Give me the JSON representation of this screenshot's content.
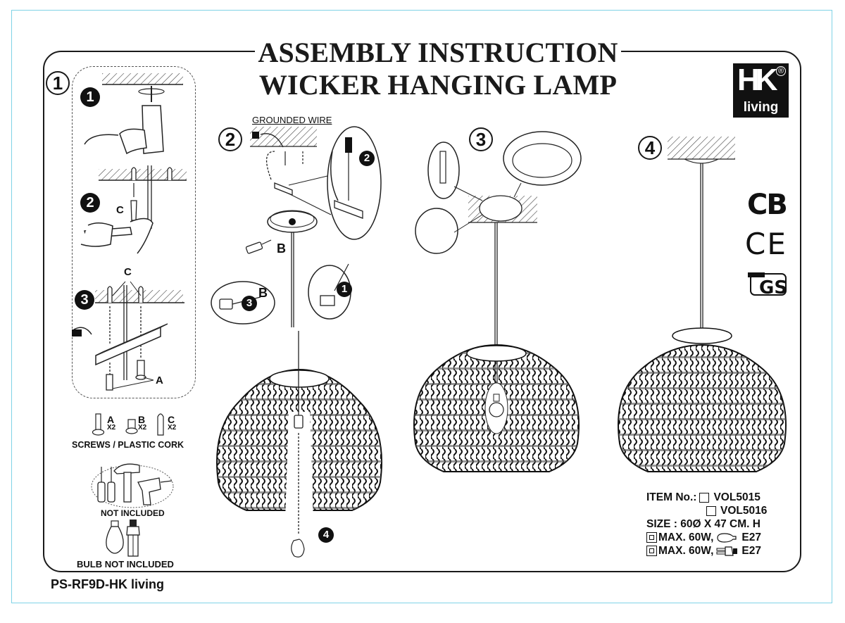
{
  "document": {
    "title_line1": "ASSEMBLY INSTRUCTION",
    "title_line2": "WICKER HANGING LAMP",
    "footer_code": "PS-RF9D-HK living"
  },
  "brand": {
    "logo_main": "HK",
    "logo_registered": "®",
    "logo_sub": "living"
  },
  "certifications": {
    "cb": "CB",
    "ce": "CE",
    "gs": "GS"
  },
  "steps": [
    {
      "number": "1",
      "substeps": [
        {
          "number": "1",
          "icon": "drill-icon"
        },
        {
          "number": "2",
          "icon": "hammer-icon",
          "part_label": "C"
        },
        {
          "number": "3",
          "icon": "bracket-icon",
          "part_labels": [
            "C",
            "A"
          ]
        }
      ]
    },
    {
      "number": "2",
      "callout": "GROUNDED WIRE",
      "substeps": [
        {
          "number": "1",
          "icon": "terminal-screw-icon"
        },
        {
          "number": "2",
          "icon": "connector-icon"
        },
        {
          "number": "3",
          "icon": "screwdriver-icon",
          "part_label": "B"
        },
        {
          "number": "4",
          "icon": "bulb-icon"
        }
      ],
      "part_label": "B"
    },
    {
      "number": "3",
      "icon": "ceiling-canopy-icon"
    },
    {
      "number": "4",
      "icon": "hanging-lamp-icon"
    }
  ],
  "parts": {
    "items": [
      {
        "label": "A",
        "qty": "X2",
        "icon": "screw-a-icon"
      },
      {
        "label": "B",
        "qty": "X2",
        "icon": "screw-b-icon"
      },
      {
        "label": "C",
        "qty": "X2",
        "icon": "plastic-cork-icon"
      }
    ],
    "caption": "SCREWS / PLASTIC CORK"
  },
  "tools": {
    "caption": "NOT INCLUDED"
  },
  "bulbs": {
    "caption": "BULB NOT INCLUDED"
  },
  "specs": {
    "item_label": "ITEM No.:",
    "items": [
      "VOL5015",
      "VOL5016"
    ],
    "size": "SIZE : 60Ø X 47 CM. H",
    "max1_text": "MAX. 60W,",
    "max1_socket": "E27",
    "max2_text": "MAX. 60W,",
    "max2_socket": "E27"
  }
}
